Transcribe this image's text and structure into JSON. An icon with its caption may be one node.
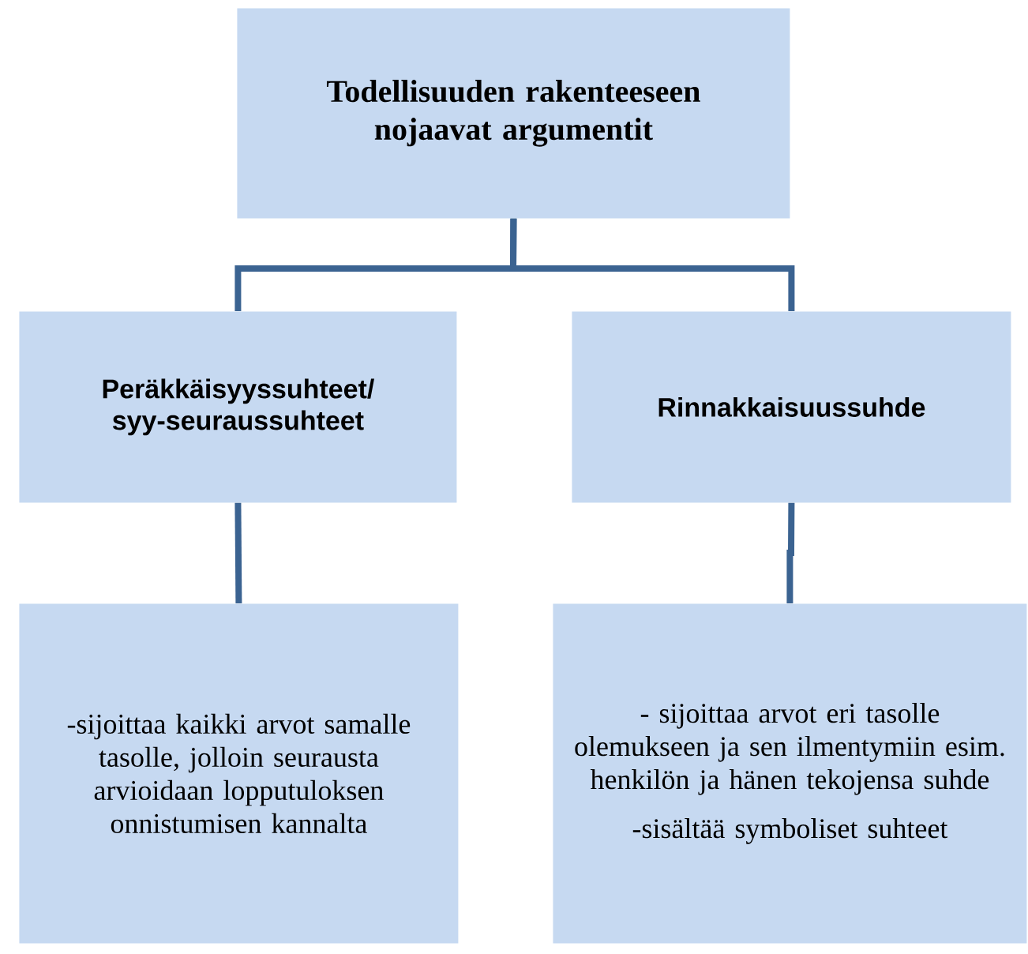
{
  "diagram": {
    "nodes": [
      {
        "text": [
          "Todellisuuden rakenteeseen nojaavat argumentit"
        ]
      },
      {
        "text": [
          "Peräkkäisyyssuhteet/ syy-seuraussuhteet"
        ]
      },
      {
        "text": [
          "Rinnakkaisuussuhde"
        ]
      },
      {
        "text": [
          "-sijoittaa kaikki arvot samalle tasolle, jolloin seurausta arvioidaan lopputuloksen onnistumisen kannalta"
        ]
      },
      {
        "text": [
          "- sijoittaa arvot eri tasolle olemukseen ja sen ilmentymiin esim. henkilön ja hänen tekojensa suhde",
          "-sisältää symboliset suhteet"
        ]
      }
    ],
    "edges": [
      {
        "from": 0,
        "to": 1,
        "arrow": "none"
      },
      {
        "from": 0,
        "to": 2,
        "arrow": "none"
      },
      {
        "from": 1,
        "to": 3,
        "arrow": "none"
      },
      {
        "from": 2,
        "to": 4,
        "arrow": "none"
      }
    ]
  }
}
